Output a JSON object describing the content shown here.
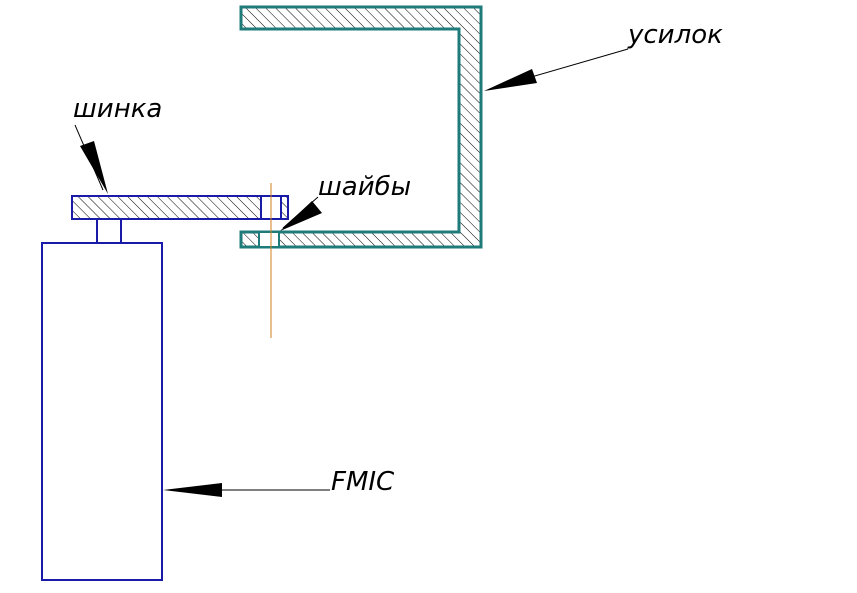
{
  "labels": {
    "shinka": "шинка",
    "shayby": "шайбы",
    "usilok": "усилок",
    "fmic": "FMIC"
  },
  "colors": {
    "teal": "#1f7a7a",
    "navy": "#1a1aa8",
    "orange": "#d08020",
    "hatch": "#000000",
    "leader": "#000000"
  },
  "icons": {
    "arrow": "filled-arrow-head"
  }
}
